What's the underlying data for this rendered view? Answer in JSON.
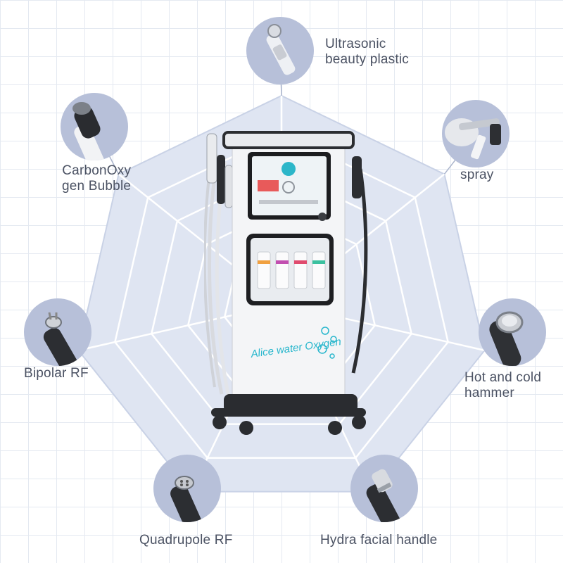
{
  "product": {
    "brand_text": "Alice water Oxygen"
  },
  "features": [
    {
      "name": "Ultrasonic beauty plastic",
      "lines": [
        "Ultrasonic",
        "beauty plastic"
      ],
      "icon": "ultrasonic-probe-icon"
    },
    {
      "name": "spray",
      "lines": [
        "spray"
      ],
      "icon": "spray-gun-icon"
    },
    {
      "name": "Hot and cold hammer",
      "lines": [
        "Hot and cold",
        "hammer"
      ],
      "icon": "hammer-probe-icon"
    },
    {
      "name": "Hydra facial handle",
      "lines": [
        "Hydra facial handle"
      ],
      "icon": "hydra-handle-icon"
    },
    {
      "name": "Quadrupole RF",
      "lines": [
        "Quadrupole RF"
      ],
      "icon": "quadrupole-rf-icon"
    },
    {
      "name": "Bipolar RF",
      "lines": [
        "Bipolar RF"
      ],
      "icon": "bipolar-rf-icon"
    },
    {
      "name": "CarbonOxygen Bubble",
      "lines": [
        "CarbonOxy",
        "gen Bubble"
      ],
      "icon": "carbon-oxygen-bubble-icon"
    }
  ],
  "colors": {
    "circle_fill": "#b7c0d9",
    "web_fill": "#dfe5f2",
    "web_line": "#ffffff",
    "accent": "#26b6cc"
  }
}
